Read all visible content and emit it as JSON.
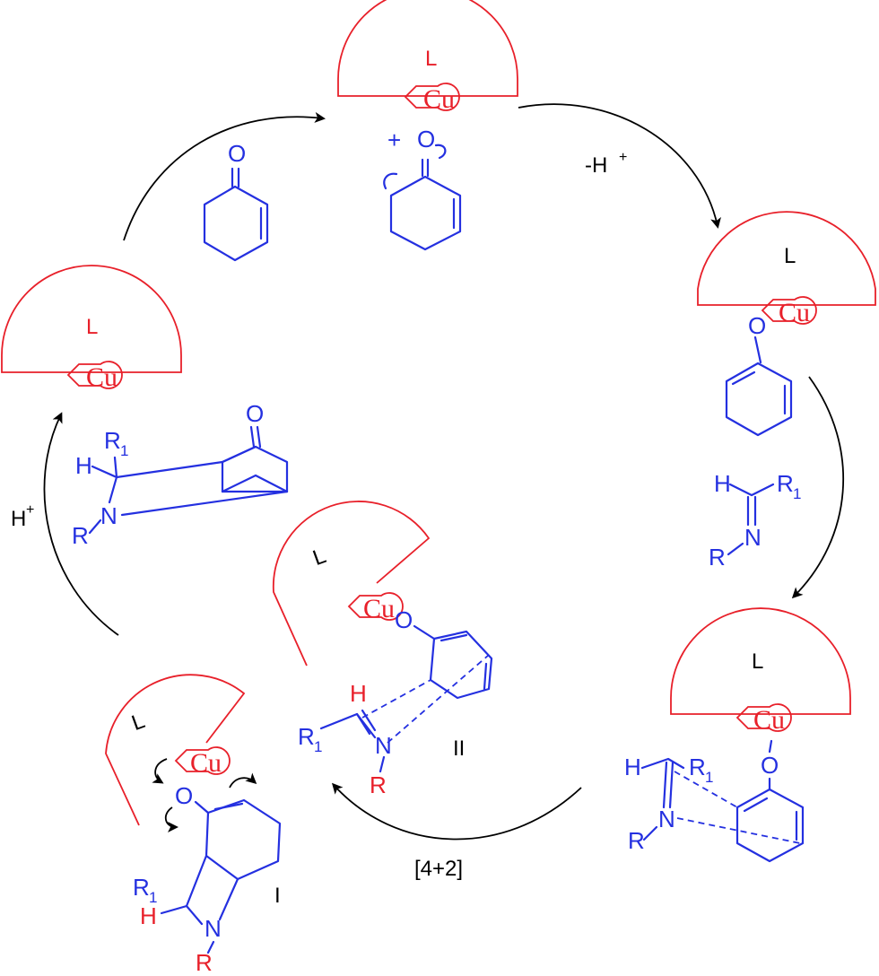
{
  "ligand": "L",
  "metal": "Cu",
  "atoms": {
    "oxygen": "O",
    "nitrogen": "N",
    "hydrogen": "H",
    "r_group": "R",
    "r1_group": "R",
    "r1_subscript": "1"
  },
  "plus_sign": "+",
  "steps": {
    "deprotonation": "-H",
    "cycloaddition": "[4+2]",
    "protonation": "H",
    "charge_sup": "+"
  },
  "intermediates": {
    "one": "I",
    "two": "II"
  },
  "colors": {
    "catalyst": "#e8202a",
    "substrate": "#2430e0",
    "arrows": "#000000"
  }
}
